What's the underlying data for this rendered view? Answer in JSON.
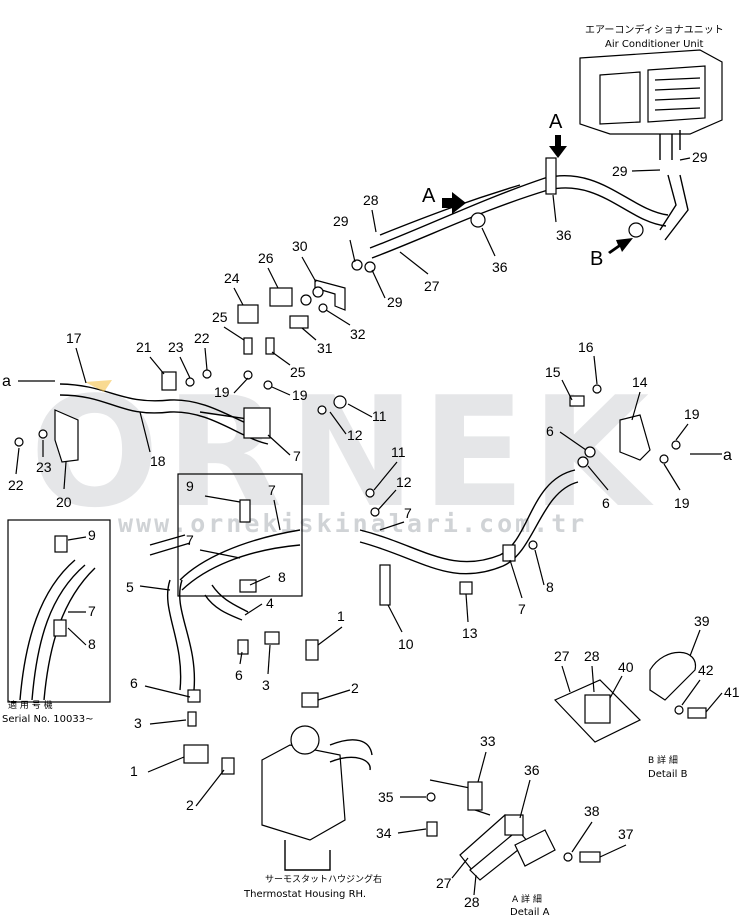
{
  "watermark": {
    "brand": "ORNEK",
    "url": "www.ornekiskinalari.com.tr",
    "color": "#cfd2d6"
  },
  "captions": {
    "air_conditioner_jp": "エアーコンディショナユニット",
    "air_conditioner_en": "Air Conditioner Unit",
    "serial_jp": "適 用 号 機",
    "serial_en": "Serial No. 10033~",
    "thermostat_jp": "サーモスタットハウジング右",
    "thermostat_en": "Thermostat Housing RH.",
    "detail_a_jp": "A 詳 細",
    "detail_a_en": "Detail A",
    "detail_b_jp": "B 詳 細",
    "detail_b_en": "Detail B"
  },
  "view_markers": {
    "a_top": "A",
    "a_left": "A",
    "b": "B",
    "a_lower_left": "a",
    "a_lower_right": "a"
  },
  "callouts": [
    {
      "id": "c29a",
      "label": "29"
    },
    {
      "id": "c29b",
      "label": "29"
    },
    {
      "id": "c29c",
      "label": "29"
    },
    {
      "id": "c29d",
      "label": "29"
    },
    {
      "id": "c28",
      "label": "28"
    },
    {
      "id": "c36a",
      "label": "36"
    },
    {
      "id": "c36b",
      "label": "36"
    },
    {
      "id": "c27",
      "label": "27"
    },
    {
      "id": "c30",
      "label": "30"
    },
    {
      "id": "c26",
      "label": "26"
    },
    {
      "id": "c24",
      "label": "24"
    },
    {
      "id": "c32",
      "label": "32"
    },
    {
      "id": "c25a",
      "label": "25"
    },
    {
      "id": "c31",
      "label": "31"
    },
    {
      "id": "c25b",
      "label": "25"
    },
    {
      "id": "c17",
      "label": "17"
    },
    {
      "id": "c21",
      "label": "21"
    },
    {
      "id": "c23a",
      "label": "23"
    },
    {
      "id": "c22a",
      "label": "22"
    },
    {
      "id": "c19a",
      "label": "19"
    },
    {
      "id": "c19b",
      "label": "19"
    },
    {
      "id": "c11a",
      "label": "11"
    },
    {
      "id": "c12a",
      "label": "12"
    },
    {
      "id": "c7a",
      "label": "7"
    },
    {
      "id": "c18",
      "label": "18"
    },
    {
      "id": "c22b",
      "label": "22"
    },
    {
      "id": "c23b",
      "label": "23"
    },
    {
      "id": "c20",
      "label": "20"
    },
    {
      "id": "c16",
      "label": "16"
    },
    {
      "id": "c15",
      "label": "15"
    },
    {
      "id": "c14",
      "label": "14"
    },
    {
      "id": "c19c",
      "label": "19"
    },
    {
      "id": "c6a",
      "label": "6"
    },
    {
      "id": "c6b",
      "label": "6"
    },
    {
      "id": "c19d",
      "label": "19"
    },
    {
      "id": "c9a",
      "label": "9"
    },
    {
      "id": "c7b",
      "label": "7"
    },
    {
      "id": "c7c",
      "label": "7"
    },
    {
      "id": "c8a",
      "label": "8"
    },
    {
      "id": "c11b",
      "label": "11"
    },
    {
      "id": "c12b",
      "label": "12"
    },
    {
      "id": "c7d",
      "label": "7"
    },
    {
      "id": "c9b",
      "label": "9"
    },
    {
      "id": "c7e",
      "label": "7"
    },
    {
      "id": "c8b",
      "label": "8"
    },
    {
      "id": "c5",
      "label": "5"
    },
    {
      "id": "c4",
      "label": "4"
    },
    {
      "id": "c1a",
      "label": "1"
    },
    {
      "id": "c6c",
      "label": "6"
    },
    {
      "id": "c3a",
      "label": "3"
    },
    {
      "id": "c8c",
      "label": "8"
    },
    {
      "id": "c7f",
      "label": "7"
    },
    {
      "id": "c13",
      "label": "13"
    },
    {
      "id": "c10",
      "label": "10"
    },
    {
      "id": "c6d",
      "label": "6"
    },
    {
      "id": "c2a",
      "label": "2"
    },
    {
      "id": "c3b",
      "label": "3"
    },
    {
      "id": "c1b",
      "label": "1"
    },
    {
      "id": "c2b",
      "label": "2"
    },
    {
      "id": "c39",
      "label": "39"
    },
    {
      "id": "c27b",
      "label": "27"
    },
    {
      "id": "c28b",
      "label": "28"
    },
    {
      "id": "c40",
      "label": "40"
    },
    {
      "id": "c42",
      "label": "42"
    },
    {
      "id": "c41",
      "label": "41"
    },
    {
      "id": "c33",
      "label": "33"
    },
    {
      "id": "c36c",
      "label": "36"
    },
    {
      "id": "c35",
      "label": "35"
    },
    {
      "id": "c34",
      "label": "34"
    },
    {
      "id": "c38",
      "label": "38"
    },
    {
      "id": "c37",
      "label": "37"
    },
    {
      "id": "c27c",
      "label": "27"
    },
    {
      "id": "c28c",
      "label": "28"
    }
  ]
}
